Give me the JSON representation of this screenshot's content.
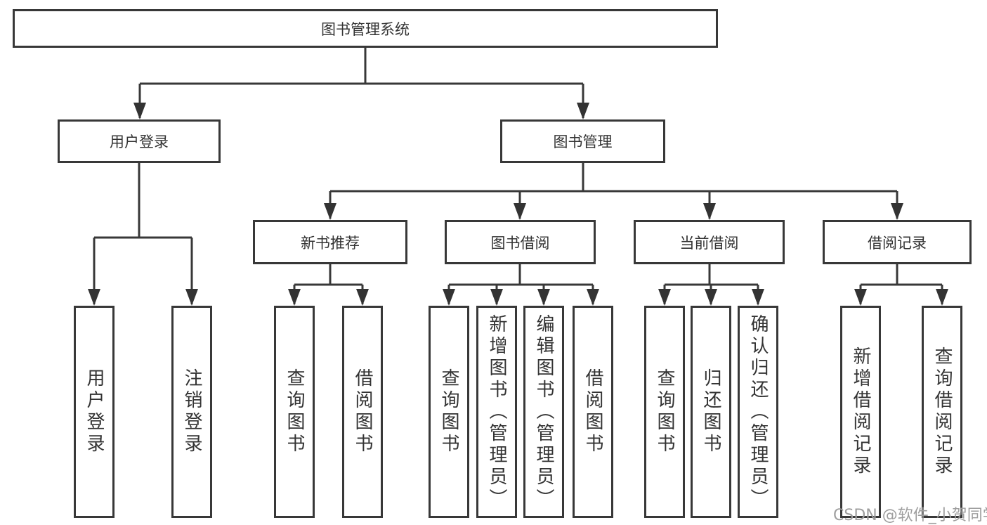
{
  "diagram": {
    "root": "图书管理系统",
    "level2": {
      "user_login": "用户登录",
      "book_mgmt": "图书管理"
    },
    "level3": {
      "new_book_rec": "新书推荐",
      "book_borrow": "图书借阅",
      "current_borrow": "当前借阅",
      "borrow_records": "借阅记录"
    },
    "leaves": {
      "user_login": "用户登录",
      "logout": "注销登录",
      "rec_query": "查询图书",
      "rec_borrow": "借阅图书",
      "borrow_query": "查询图书",
      "borrow_add": "新增图书（管理员）",
      "borrow_edit": "编辑图书（管理员）",
      "borrow_borrow": "借阅图书",
      "cur_query": "查询图书",
      "cur_return": "归还图书",
      "cur_confirm": "确认归还（管理员）",
      "rcd_add": "新增借阅记录",
      "rcd_query": "查询借阅记录"
    }
  },
  "colors": {
    "line": "#383838",
    "text": "#333333",
    "watermark_text": "#9e9e9e"
  },
  "watermark": "CSDN @软件_小贺同学"
}
